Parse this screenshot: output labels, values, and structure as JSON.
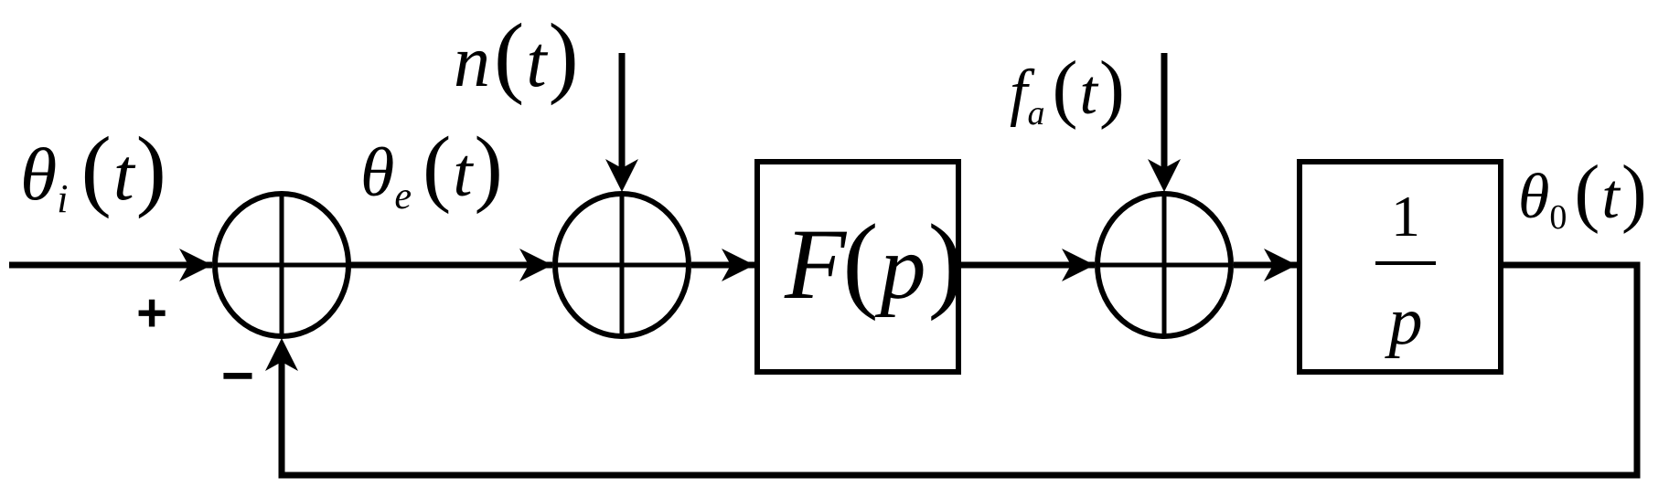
{
  "signals": {
    "input": {
      "symbol": "θ",
      "sub": "i",
      "arg": "t"
    },
    "error": {
      "symbol": "θ",
      "sub": "e",
      "arg": "t"
    },
    "noise": {
      "symbol": "n",
      "arg": "t"
    },
    "accel": {
      "symbol": "f",
      "sub": "a",
      "arg": "t"
    },
    "output": {
      "symbol": "θ",
      "sub": "0",
      "arg": "t"
    }
  },
  "blocks": {
    "filter": {
      "symbol": "F",
      "arg": "p"
    },
    "integrator": {
      "numerator": "1",
      "denominator": "p"
    }
  },
  "signs": {
    "plus": "+",
    "minus": "−"
  },
  "glyphs": {
    "lparen": "(",
    "rparen": ")"
  }
}
